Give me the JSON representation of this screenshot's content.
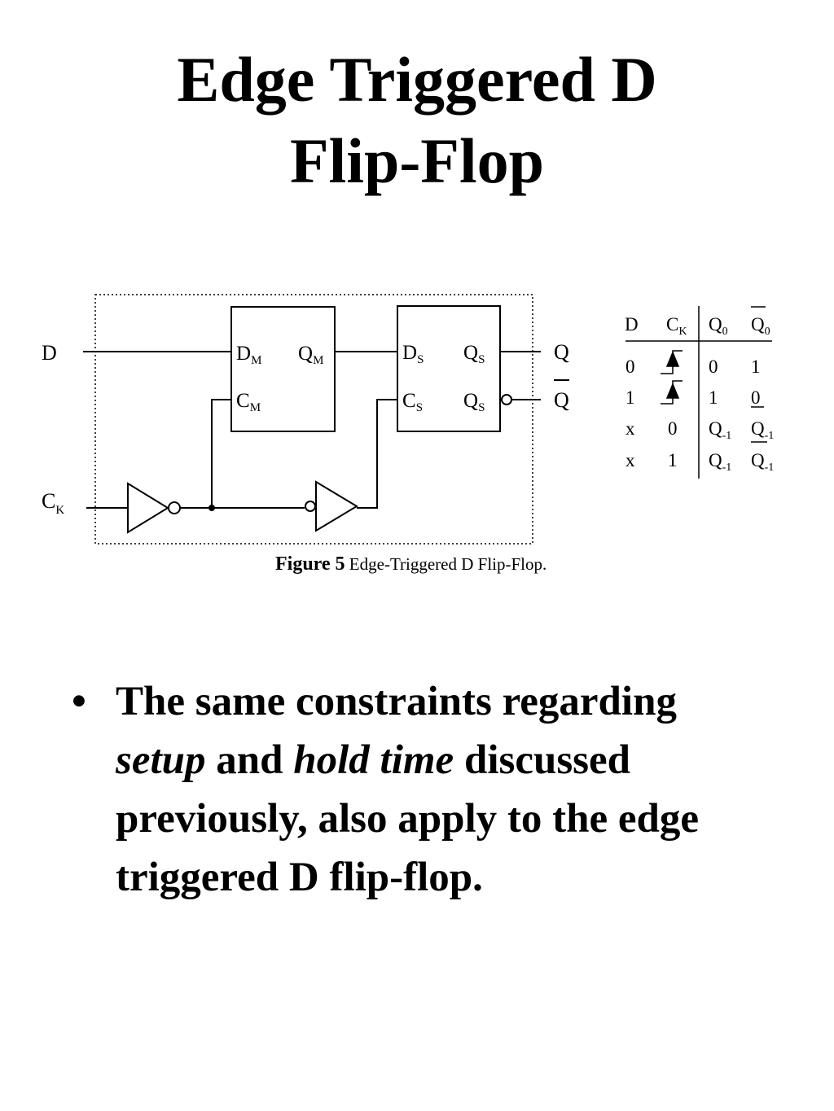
{
  "title": {
    "line1": "Edge Triggered D",
    "line2": "Flip-Flop"
  },
  "circuit": {
    "input_d": "D",
    "input_ck": "C",
    "input_ck_sub": "K",
    "master": {
      "d_main": "D",
      "d_sub": "M",
      "q_main": "Q",
      "q_sub": "M",
      "c_main": "C",
      "c_sub": "M"
    },
    "slave": {
      "d_main": "D",
      "d_sub": "S",
      "q_main": "Q",
      "q_sub": "S",
      "c_main": "C",
      "c_sub": "S",
      "qbar_main": "Q",
      "qbar_sub": "S"
    },
    "output_q": "Q",
    "output_qbar": "Q"
  },
  "figure_caption": {
    "label": "Figure 5",
    "text": "Edge-Triggered D Flip-Flop."
  },
  "truth_table": {
    "headers": {
      "d": "D",
      "ck_main": "C",
      "ck_sub": "K",
      "q0_main": "Q",
      "q0_sub": "0",
      "q0bar_main": "Q",
      "q0bar_sub": "0"
    },
    "rows": [
      {
        "d": "0",
        "ck": "edge-icon",
        "q_main": "0",
        "q_sub": "",
        "qbar_main": "1",
        "qbar_sub": ""
      },
      {
        "d": "1",
        "ck": "edge-icon",
        "q_main": "1",
        "q_sub": "",
        "qbar_main": "0",
        "qbar_sub": ""
      },
      {
        "d": "x",
        "ck": "0",
        "q_main": "Q",
        "q_sub": "-1",
        "qbar_main": "Q",
        "qbar_sub": "-1"
      },
      {
        "d": "x",
        "ck": "1",
        "q_main": "Q",
        "q_sub": "-1",
        "qbar_main": "Q",
        "qbar_sub": "-1"
      }
    ]
  },
  "bullet": {
    "part1": "The same constraints regarding ",
    "em1": "setup",
    "part2": " and ",
    "em2": "hold time",
    "part3": " discussed previously, also apply to the edge triggered D flip-flop."
  }
}
